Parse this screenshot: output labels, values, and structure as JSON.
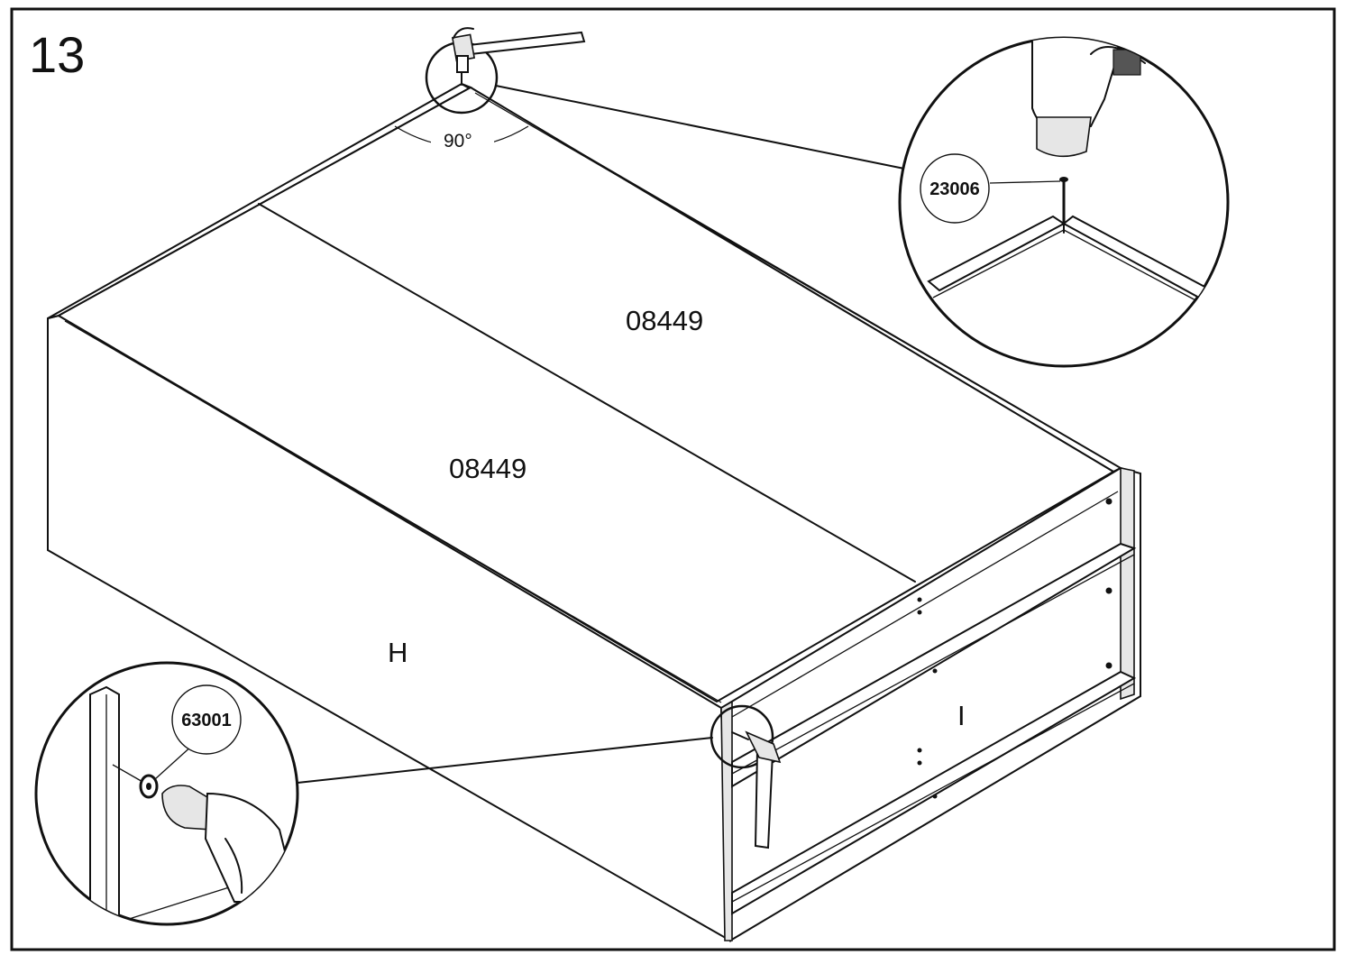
{
  "step": {
    "number": "13"
  },
  "angle": {
    "label": "90°"
  },
  "panels": {
    "top_back": "08449",
    "top_front": "08449",
    "side": "H",
    "front": "I"
  },
  "callouts": {
    "top_part": "23006",
    "bottom_part": "63001"
  },
  "colors": {
    "line": "#111111",
    "background": "#ffffff",
    "shade": "#e6e6e6"
  },
  "icons": [
    "hammer-icon",
    "nail-icon",
    "washer-icon"
  ]
}
